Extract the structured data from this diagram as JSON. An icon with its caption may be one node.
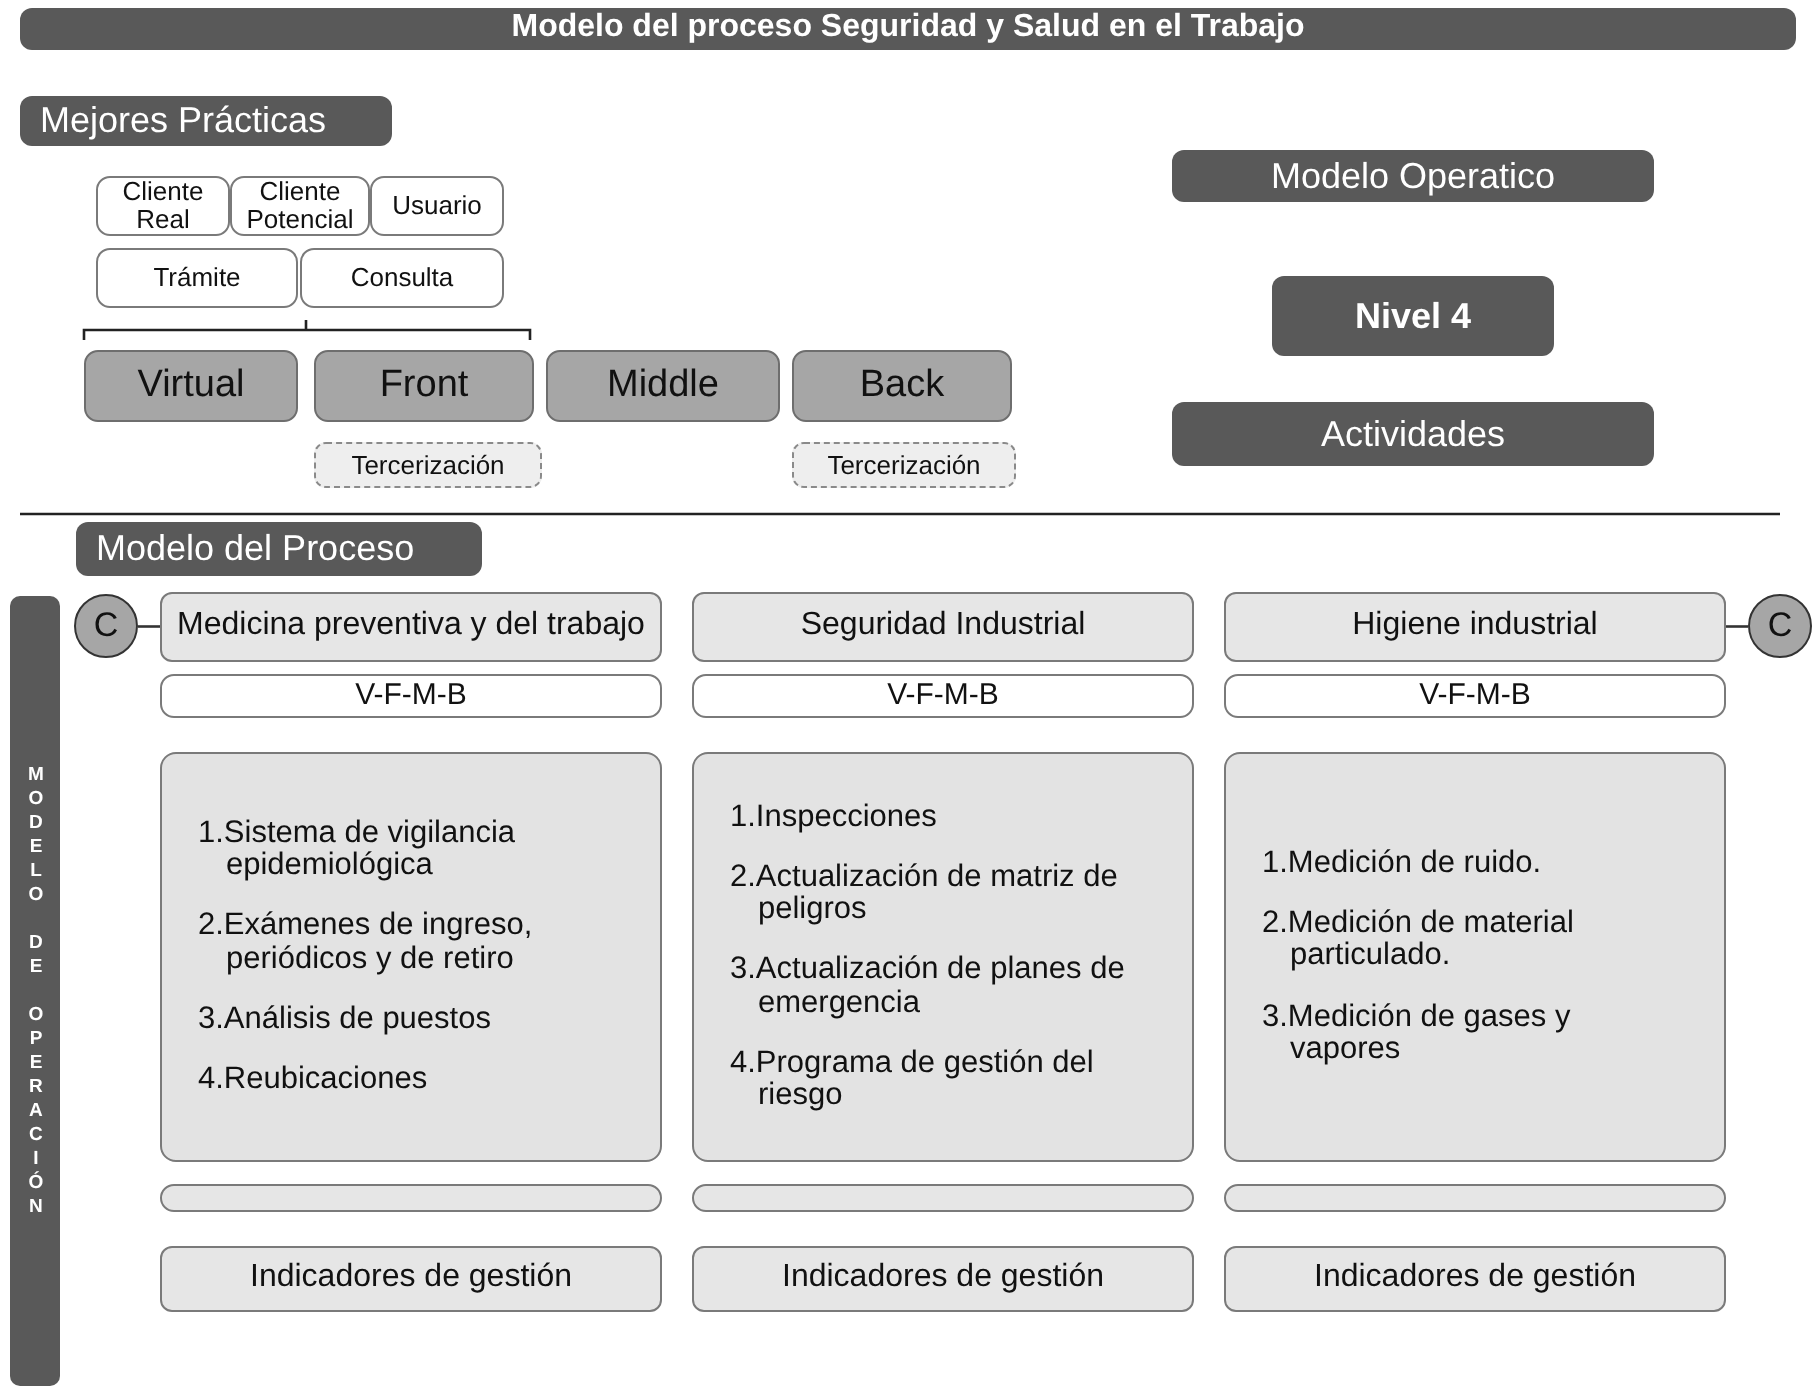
{
  "diagram": {
    "title": "Modelo del proceso Seguridad y Salud en el Trabajo",
    "nodes": [
      {
        "text": [
          "Mejores Prácticas"
        ]
      },
      {
        "text": [
          "Cliente Real"
        ]
      },
      {
        "text": [
          "Cliente Potencial"
        ]
      },
      {
        "text": [
          "Usuario"
        ]
      },
      {
        "text": [
          "Trámite"
        ]
      },
      {
        "text": [
          "Consulta"
        ]
      },
      {
        "text": [
          "Modelo Operatico"
        ]
      },
      {
        "text": [
          "Virtual"
        ]
      },
      {
        "text": [
          "Front"
        ]
      },
      {
        "text": [
          "Middle"
        ]
      },
      {
        "text": [
          "Back"
        ]
      },
      {
        "text": [
          "Nivel 4"
        ]
      },
      {
        "text": [
          "Tercerización"
        ]
      },
      {
        "text": [
          "Tercerización"
        ]
      },
      {
        "text": [
          "Actividades"
        ]
      },
      {
        "text": [
          "Modelo del Proceso"
        ]
      },
      {
        "text": [
          "MODELO DE OPERACIÓN"
        ]
      },
      {
        "text": [
          "C"
        ]
      },
      {
        "text": [
          "Medicina preventiva y del trabajo"
        ]
      },
      {
        "text": [
          "Seguridad Industrial"
        ]
      },
      {
        "text": [
          "Higiene industrial"
        ]
      },
      {
        "text": [
          "C"
        ]
      },
      {
        "text": [
          "V-F-M-B"
        ]
      },
      {
        "text": [
          "V-F-M-B"
        ]
      },
      {
        "text": [
          "V-F-M-B"
        ]
      },
      {
        "text": [
          "1.Sistema de vigilancia epidemiológica",
          "2.Exámenes de ingreso, periódicos y de retiro",
          "3.Análisis de puestos",
          "4.Reubicaciones"
        ]
      },
      {
        "text": [
          "1.Inspecciones",
          "2.Actualización de matriz de peligros",
          "3.Actualización de planes de emergencia",
          "4.Programa de gestión del riesgo"
        ]
      },
      {
        "text": [
          "1.Medición de ruido.",
          "2.Medición de material particulado.",
          "3.Medición de gases y vapores"
        ]
      },
      {
        "text": [],
        "shape": "bar"
      },
      {
        "text": [],
        "shape": "bar"
      },
      {
        "text": [],
        "shape": "bar"
      },
      {
        "text": [
          "Indicadores de gestión"
        ]
      },
      {
        "text": [
          "Indicadores de gestión"
        ]
      },
      {
        "text": [
          "Indicadores de gestión"
        ]
      }
    ],
    "edges": [
      {
        "from": 17,
        "to": 18,
        "arrow": "none"
      },
      {
        "from": 20,
        "to": 21,
        "arrow": "none"
      }
    ]
  }
}
